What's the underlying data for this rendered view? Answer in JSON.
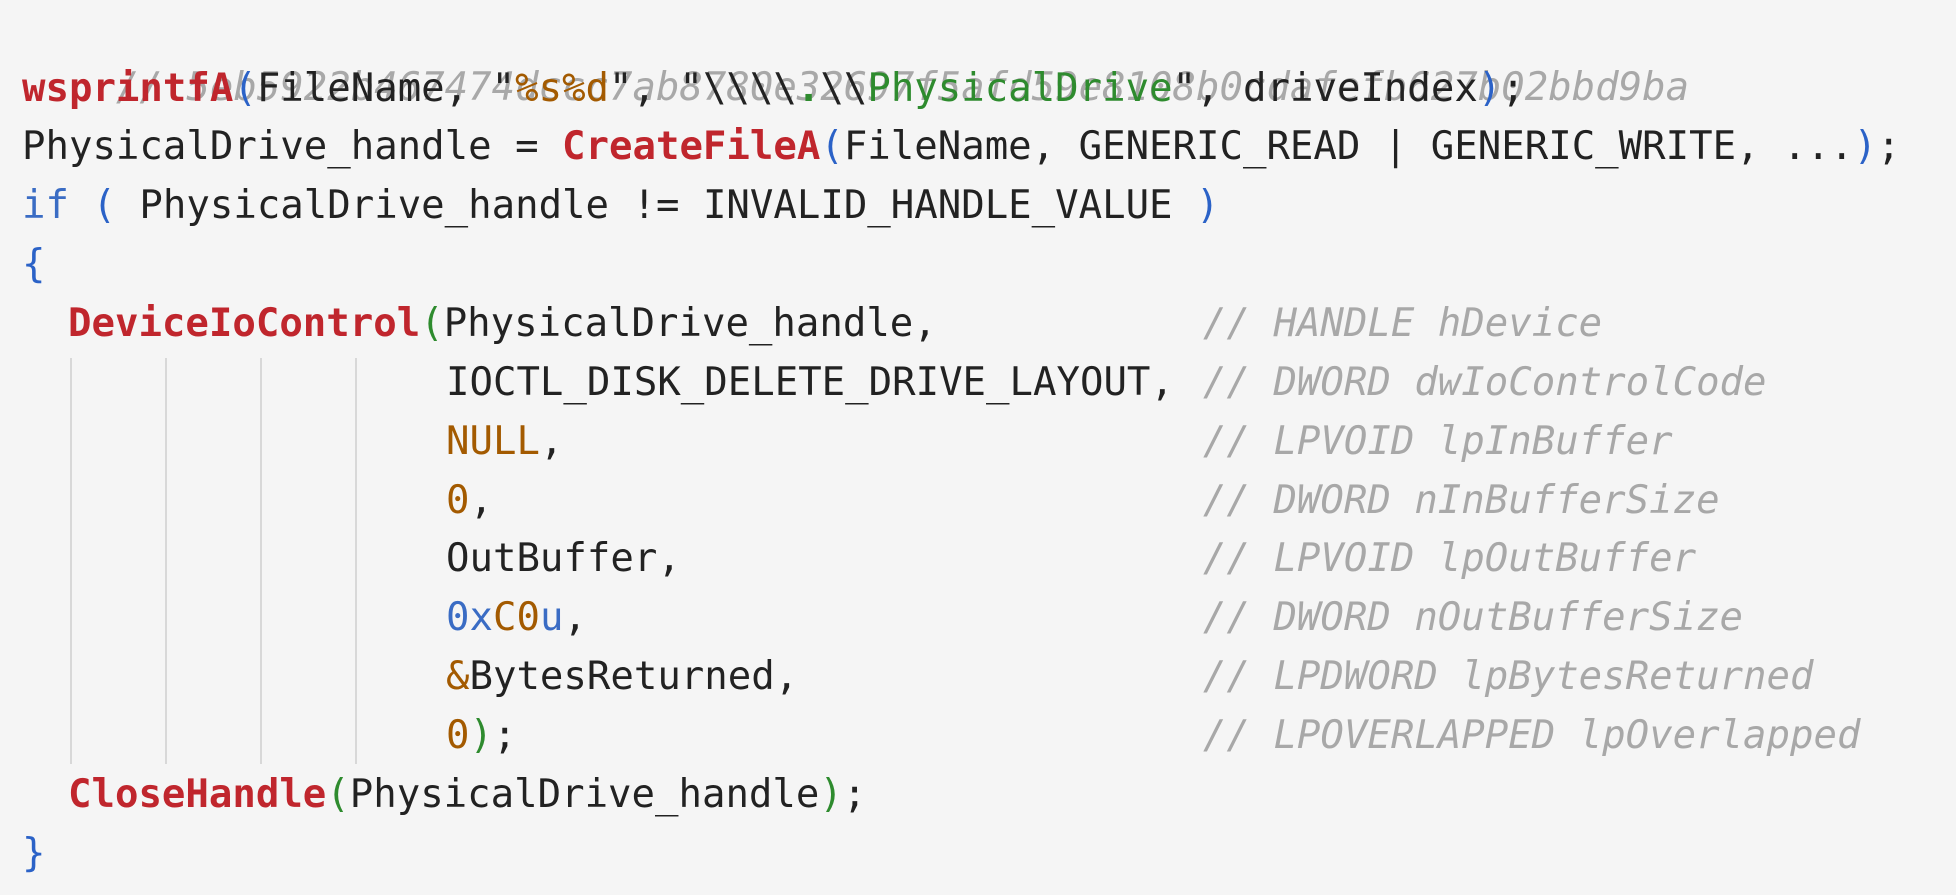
{
  "code": {
    "hash_comment": "// 5eb5922b467474dccc7ab8780e32697f5afd59e8108b0cdafefb627b02bbd9ba",
    "line2": {
      "fn": "wsprintfA",
      "open": "(",
      "arg1": "FileName, ",
      "q1": "\"",
      "fmt": "%s%d",
      "q2": "\", \"",
      "esc1": "\\\\",
      "esc2": "\\\\",
      "dot": ".",
      "esc3": "\\\\",
      "str": "PhysicalDrive",
      "q3": "\", driveIndex",
      "close": ")",
      "semi": ";"
    },
    "line3": {
      "lhs": "PhysicalDrive_handle = ",
      "fn": "CreateFileA",
      "open": "(",
      "args": "FileName, GENERIC_READ | GENERIC_WRITE, ...",
      "close": ")",
      "semi": ";"
    },
    "line4": {
      "kw": "if",
      "open": " ( ",
      "cond": "PhysicalDrive_handle != INVALID_HANDLE_VALUE",
      "close": " )"
    },
    "brace_open": "{",
    "brace_close": "}",
    "device_call": {
      "fn": "DeviceIoControl",
      "open": "(",
      "first_arg": "PhysicalDrive_handle,",
      "args": [
        {
          "text": "IOCTL_DISK_DELETE_DRIVE_LAYOUT,",
          "comment": "// DWORD dwIoControlCode"
        },
        {
          "text": "NULL",
          "suffix": ",",
          "comment": "// LPVOID lpInBuffer"
        },
        {
          "text": "0",
          "suffix": ",",
          "comment": "// DWORD nInBufferSize"
        },
        {
          "text": "OutBuffer,",
          "comment": "// LPVOID lpOutBuffer"
        },
        {
          "hex_prefix": "0x",
          "hex_digits": "C0",
          "hex_suffix": "u",
          "suffix": ",",
          "comment": "// DWORD nOutBufferSize"
        },
        {
          "amp": "&",
          "text": "BytesReturned,",
          "comment": "// LPDWORD lpBytesReturned"
        },
        {
          "text": "0",
          "close": ")",
          "suffix": ";",
          "comment": "// LPOVERLAPPED lpOverlapped"
        }
      ],
      "first_comment": "// HANDLE hDevice"
    },
    "close_call": {
      "fn": "CloseHandle",
      "open": "(",
      "arg": "PhysicalDrive_handle",
      "close": ")",
      "semi": ";"
    }
  }
}
